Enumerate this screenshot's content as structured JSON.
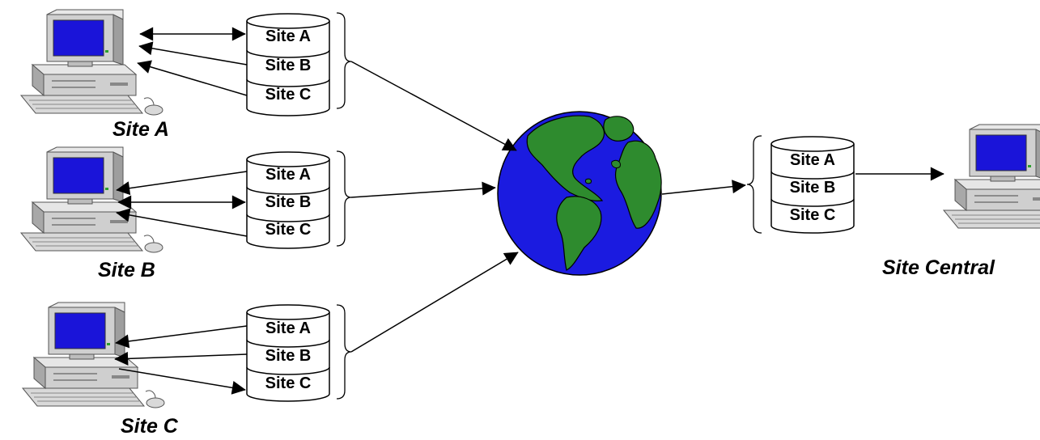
{
  "local_sites": [
    {
      "label": "Site A",
      "db_segments": [
        "Site A",
        "Site B",
        "Site C"
      ]
    },
    {
      "label": "Site B",
      "db_segments": [
        "Site A",
        "Site B",
        "Site C"
      ]
    },
    {
      "label": "Site C",
      "db_segments": [
        "Site A",
        "Site B",
        "Site C"
      ]
    }
  ],
  "central": {
    "label": "Site Central",
    "db_segments": [
      "Site A",
      "Site B",
      "Site C"
    ]
  },
  "icons": {
    "computer": "computer-icon",
    "globe": "globe-icon",
    "database": "database-cylinder-icon"
  },
  "colors": {
    "screen": "#1a14d9",
    "ocean": "#1b1be0",
    "land": "#2e8b2e"
  }
}
